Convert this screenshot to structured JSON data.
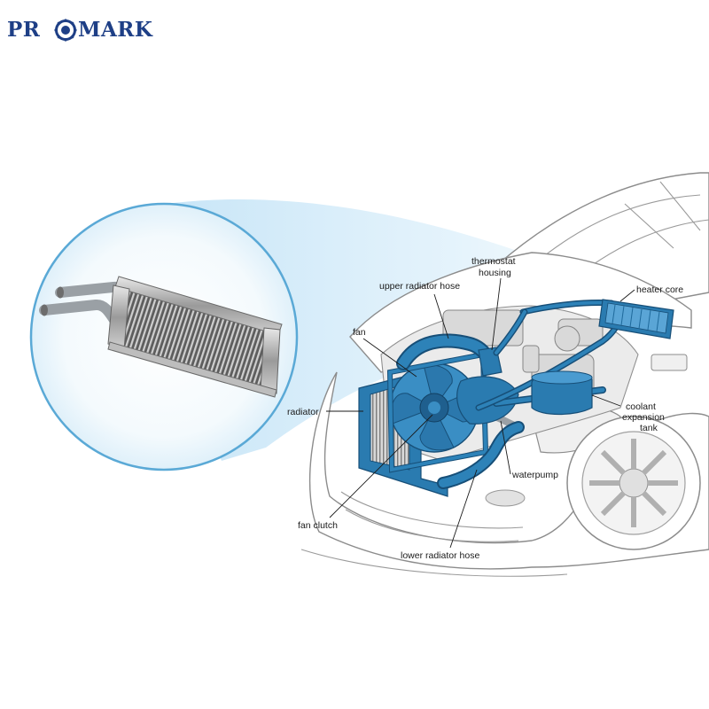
{
  "brand": {
    "name_part1": "PR",
    "name_part2": "MARK",
    "logo_icon": "gear-o-icon",
    "color": "#1e3f86"
  },
  "diagram": {
    "colors": {
      "coolant_blue": "#2a7bb0",
      "coolant_dark": "#174f78",
      "callout_tint": "#cfe8f7",
      "circle_stroke": "#5aa9d6"
    },
    "labels": {
      "upper_radiator_hose": "upper radiator hose",
      "thermostat_line1": "thermostat",
      "thermostat_line2": "housing",
      "heater_core": "heater core",
      "fan": "fan",
      "radiator": "radiator",
      "coolant_line1": "coolant",
      "coolant_line2": "expansion",
      "coolant_line3": "tank",
      "waterpump": "waterpump",
      "fan_clutch": "fan clutch",
      "lower_radiator_hose": "lower radiator hose"
    }
  }
}
